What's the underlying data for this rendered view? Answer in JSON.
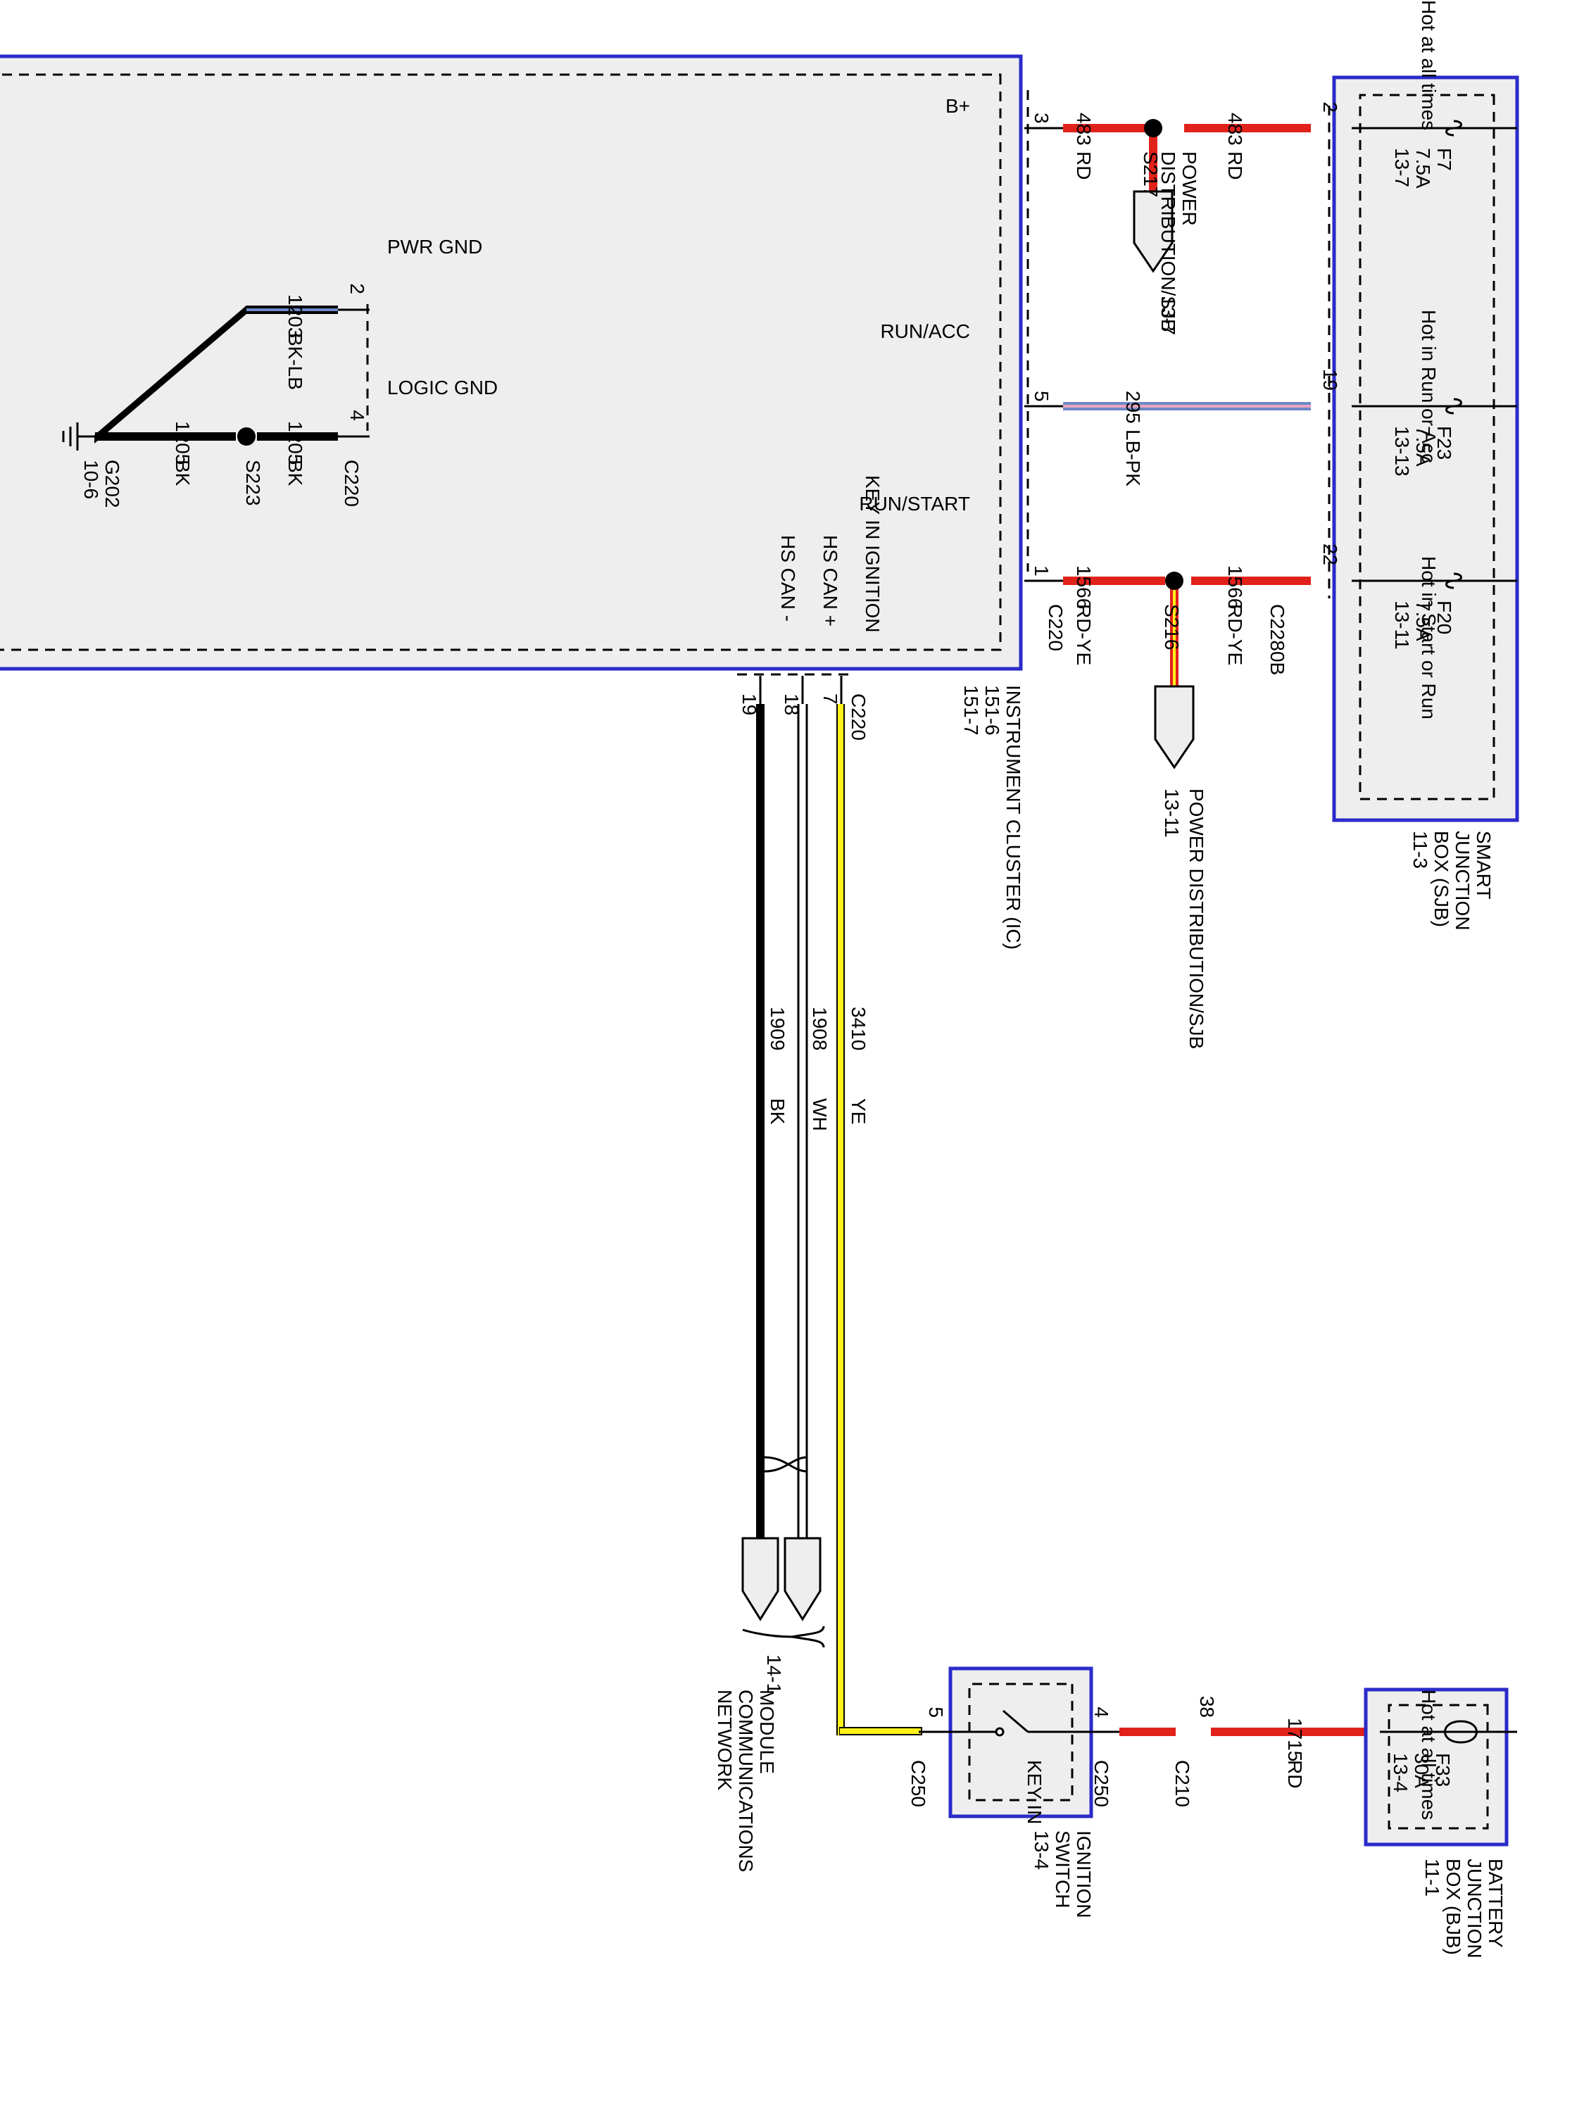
{
  "colors": {
    "rd": "#e0221b",
    "rd_ye": "#e0221b",
    "ye": "#fff21a",
    "bk": "#000000",
    "lb": "#6f88c8",
    "pk": "#e9a3c0",
    "module_fill": "#eeeeee",
    "module_border": "#2b2bc9"
  },
  "instrument_cluster": {
    "title": "INSTRUMENT CLUSTER (IC)",
    "refs": [
      "151-6",
      "151-7"
    ],
    "connector": "C220",
    "pins": {
      "b_plus": "B+",
      "run_acc": "RUN/ACC",
      "run_start": "RUN/START",
      "key_in_ignition": "KEY IN IGNITION",
      "hs_can_plus": "HS CAN +",
      "hs_can_minus": "HS CAN -",
      "pwr_gnd": "PWR GND",
      "logic_gnd": "LOGIC GND"
    }
  },
  "sjb": {
    "title": [
      "SMART",
      "JUNCTION",
      "BOX (SJB)"
    ],
    "ref": "11-3",
    "connector": "C2280B",
    "labels": [
      "Hot at all times",
      "Hot in Run or Acc",
      "Hot in Start or Run"
    ],
    "fuses": [
      {
        "name": "F7",
        "rating": "7.5A",
        "ref": "13-7"
      },
      {
        "name": "F23",
        "rating": "7.5A",
        "ref": "13-13"
      },
      {
        "name": "F20",
        "rating": "7.5A",
        "ref": "13-11"
      }
    ]
  },
  "bjb": {
    "title": [
      "BATTERY",
      "JUNCTION",
      "BOX (BJB)"
    ],
    "ref": "11-1",
    "label": "Hot at all times",
    "fuse": {
      "name": "F33",
      "rating": "30A",
      "ref": "13-4"
    }
  },
  "ignition_switch": {
    "title": [
      "IGNITION",
      "SWITCH"
    ],
    "ref": "13-4",
    "contact": "KEY IN",
    "connector": "C250"
  },
  "circuits": [
    {
      "id": "483",
      "color": "RD"
    },
    {
      "id": "295",
      "color": "LB-PK"
    },
    {
      "id": "1566",
      "color": "RD-YE"
    },
    {
      "id": "1203",
      "color": "BK-LB"
    },
    {
      "id": "1205",
      "color": "BK"
    },
    {
      "id": "3410",
      "color": "YE"
    },
    {
      "id": "1908",
      "color": "WH"
    },
    {
      "id": "1909",
      "color": "BK"
    },
    {
      "id": "1715",
      "color": "RD"
    }
  ],
  "pins": {
    "ic_bplus": "3",
    "sjb_f7": "2",
    "ic_runacc": "5",
    "sjb_f23": "19",
    "ic_runstart": "1",
    "sjb_f20": "22",
    "ic_pwrgnd": "2",
    "ic_logicgnd": "4",
    "ic_keyin": "7",
    "ic_hscanp": "18",
    "ic_hscanm": "19",
    "c250_out": "5",
    "c250_in": "4",
    "c210": "38"
  },
  "splices": {
    "s217": "S217",
    "s216": "S216",
    "s223": "S223"
  },
  "ground": {
    "name": "G202",
    "ref": "10-6"
  },
  "connectors": {
    "c220": "C220",
    "c250": "C250",
    "c210": "C210"
  },
  "power_distribution": {
    "s217_label": [
      "POWER",
      "DISTRIBUTION/SJB"
    ],
    "s217_ref": "13-7",
    "s216_label": "POWER DISTRIBUTION/SJB",
    "s216_ref": "13-11"
  },
  "module_comm": {
    "title": [
      "MODULE",
      "COMMUNICATIONS",
      "NETWORK"
    ],
    "ref": "14-1"
  }
}
